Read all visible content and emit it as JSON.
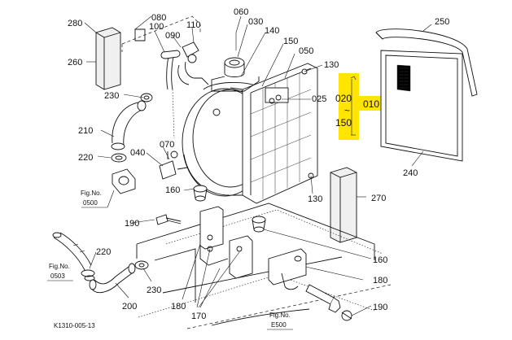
{
  "diagram": {
    "code": "K1310-005-13",
    "highlight_color": "#FFE500",
    "highlight": {
      "from_label": "020",
      "tilde": "~",
      "to_label": "150",
      "group_label": "010"
    },
    "part_labels": {
      "p080": "080",
      "p060": "060",
      "p280": "280",
      "p030": "030",
      "p100": "100",
      "p090": "090",
      "p110": "110",
      "p140": "140",
      "p150": "150",
      "p250": "250",
      "p050": "050",
      "p260": "260",
      "p130a": "130",
      "p230a": "230",
      "p025": "025",
      "p210": "210",
      "p070": "070",
      "p220a": "220",
      "p040": "040",
      "p240": "240",
      "p160a": "160",
      "p130b": "130",
      "p270": "270",
      "p190a": "190",
      "p160b": "160",
      "p220b": "220",
      "p180a": "180",
      "p230b": "230",
      "p200": "200",
      "p180b": "180",
      "p170": "170",
      "p190b": "190"
    },
    "figure_refs": [
      {
        "caption": "Fig.No.",
        "number": "0500"
      },
      {
        "caption": "Fig.No.",
        "number": "0503"
      },
      {
        "caption": "Fig.No.",
        "number": "E500"
      }
    ]
  }
}
